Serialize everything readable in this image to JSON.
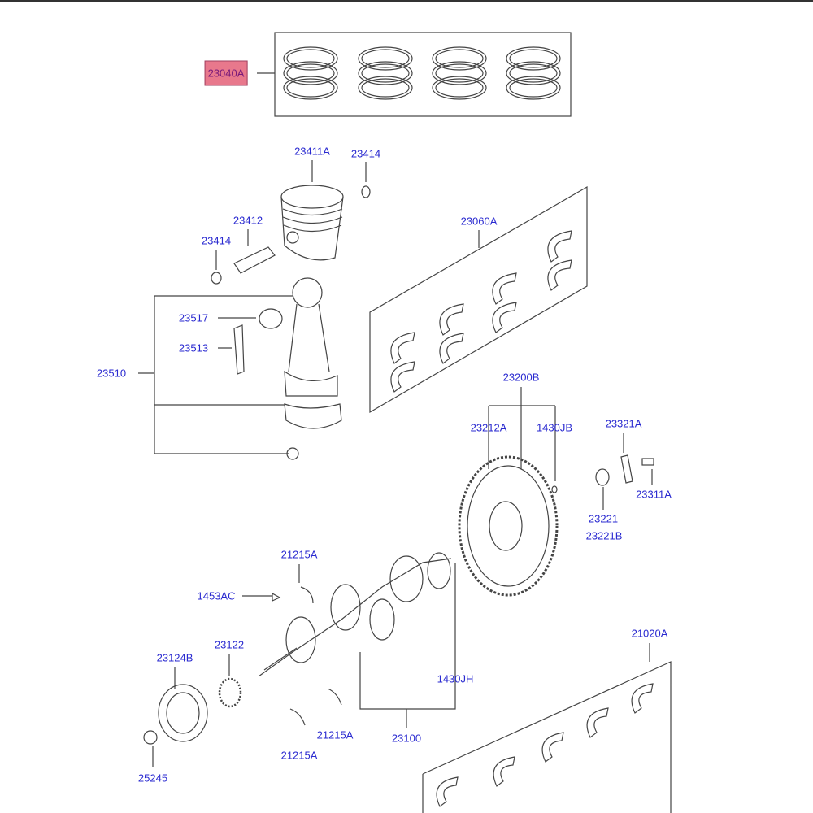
{
  "diagram": {
    "highlight_color": "#e8788c",
    "label_color": "#2a2ad0",
    "highlighted_part": "23040A",
    "labels": {
      "rings": "23040A",
      "piston": "23411A",
      "clip_top": "23414",
      "pin": "23412",
      "clip_left": "23414",
      "bearing_upper": "23060A",
      "bushing": "23517",
      "rod_bolt": "23513",
      "rod_assy": "23510",
      "flywheel_assy": "23200B",
      "ring_gear": "23212A",
      "pin_jb": "1430JB",
      "plate": "23321A",
      "bolt": "23311A",
      "bushing_fw": "23221",
      "bushing_fw_b": "23221B",
      "thrust_top": "21215A",
      "key": "1453AC",
      "sprocket": "23122",
      "pulley": "23124B",
      "pin_jh": "1430JH",
      "thrust_mid": "21215A",
      "crankshaft": "23100",
      "thrust_bottom": "21215A",
      "nut": "25245",
      "bearing_lower": "21020A"
    }
  }
}
